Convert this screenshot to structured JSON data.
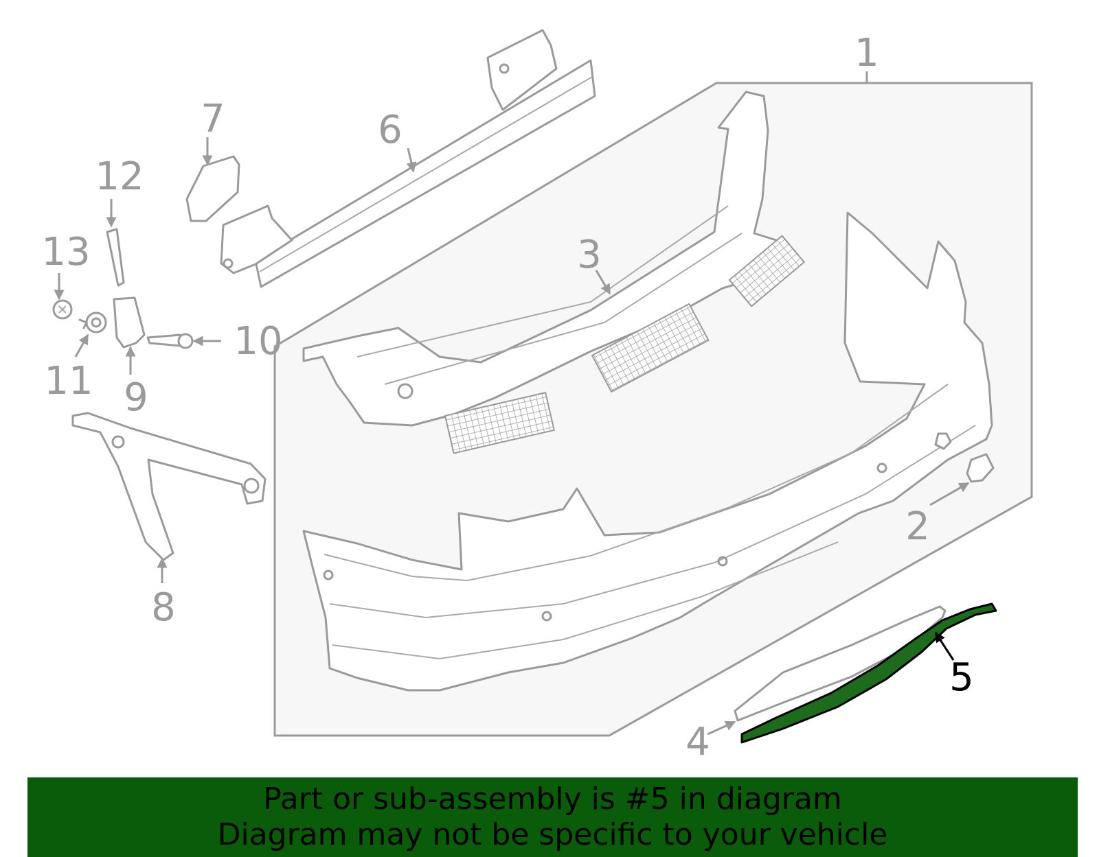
{
  "callouts": [
    {
      "id": "1",
      "label": "1"
    },
    {
      "id": "2",
      "label": "2"
    },
    {
      "id": "3",
      "label": "3"
    },
    {
      "id": "4",
      "label": "4"
    },
    {
      "id": "5",
      "label": "5"
    },
    {
      "id": "6",
      "label": "6"
    },
    {
      "id": "7",
      "label": "7"
    },
    {
      "id": "8",
      "label": "8"
    },
    {
      "id": "9",
      "label": "9"
    },
    {
      "id": "10",
      "label": "10"
    },
    {
      "id": "11",
      "label": "11"
    },
    {
      "id": "12",
      "label": "12"
    },
    {
      "id": "13",
      "label": "13"
    }
  ],
  "highlighted_part": "5",
  "colors": {
    "banner": "#0a5c0a",
    "highlight": "#1e6b1e",
    "line": "#9a9a9a",
    "panel": "#f7f7f7"
  },
  "banner": {
    "line1": "Part or sub-assembly is #5 in diagram",
    "line2": "Diagram may not be specific to your vehicle"
  }
}
